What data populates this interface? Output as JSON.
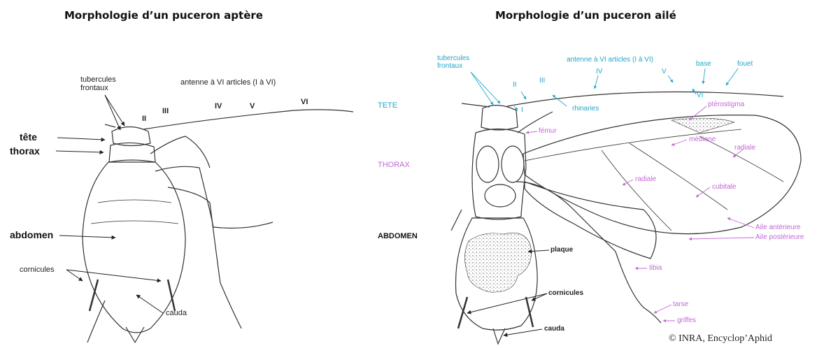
{
  "left": {
    "title": "Morphologie d’un puceron aptère",
    "labels": {
      "tubercules_frontaux": "tubercules\nfrontaux",
      "antenne": "antenne à VI articles (I à VI)",
      "II": "II",
      "III": "III",
      "IV": "IV",
      "V": "V",
      "VI": "VI",
      "tete": "tête",
      "thorax": "thorax",
      "abdomen": "abdomen",
      "cornicules": "cornicules",
      "cauda": "cauda"
    }
  },
  "right": {
    "title": "Morphologie d’un puceron ailé",
    "sections": {
      "tete": "TETE",
      "thorax": "THORAX",
      "abdomen": "ABDOMEN"
    },
    "labels": {
      "tubercules_frontaux": "tubercules\nfrontaux",
      "antenne": "antenne à VI articles (I à VI)",
      "I": "I",
      "II": "II",
      "III": "III",
      "IV": "IV",
      "V": "V",
      "VI": "VI",
      "base": "base",
      "fouet": "fouet",
      "rhinaries": "rhinaries",
      "pterostigma": "ptérostigma",
      "femur": "fémur",
      "mediane": "médiane",
      "radiale_wing": "radiale",
      "radiale_body": "radiale",
      "cubitale": "cubitale",
      "aile_anterieure": "Aile antérieure",
      "aile_posterieure": "Aile postérieure",
      "plaque": "plaque",
      "tibia": "tibia",
      "cornicules": "cornicules",
      "tarse": "tarse",
      "griffes": "griffes",
      "cauda": "cauda"
    },
    "credit": "© INRA, Encyclop’Aphid"
  },
  "colors": {
    "cyan_labels": "#1fa7c9",
    "magenta_labels": "#c267d6",
    "ink": "#222222"
  }
}
